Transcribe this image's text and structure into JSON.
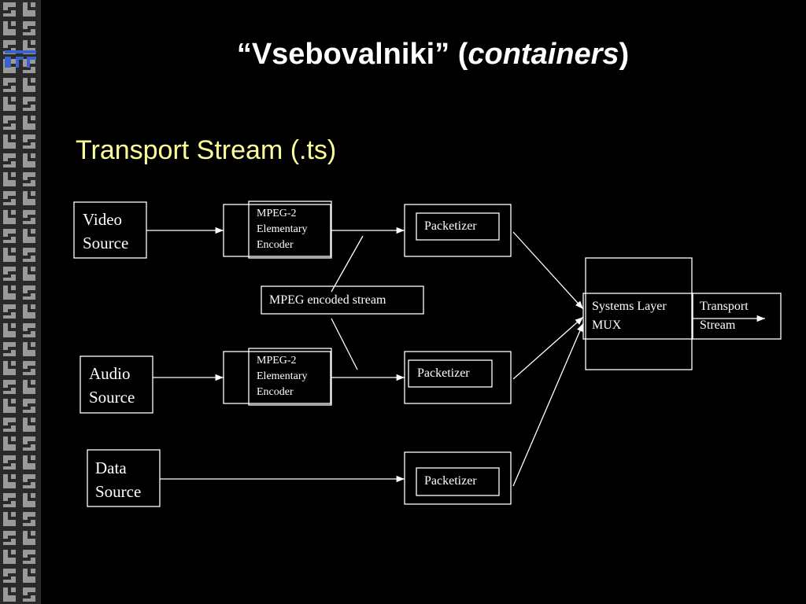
{
  "slide": {
    "title_main": "“Vsebovalniki” (",
    "title_italic": "containers",
    "title_end": ")",
    "subtitle": "Transport Stream (.ts)"
  },
  "diagram": {
    "sources": {
      "video": [
        "Video",
        "Source"
      ],
      "audio": [
        "Audio",
        "Source"
      ],
      "data": [
        "Data",
        "Source"
      ]
    },
    "encoder_label": [
      "MPEG-2",
      "Elementary",
      "Encoder"
    ],
    "encoded_stream_label": "MPEG encoded stream",
    "packetizer_label": "Packetizer",
    "mux_label": [
      "Systems Layer",
      "MUX"
    ],
    "output_label": [
      "Transport",
      "Stream"
    ]
  },
  "colors": {
    "background": "#000000",
    "title": "#ffffff",
    "subtitle": "#ffff99",
    "strip_dark": "#2a2a2a",
    "strip_light": "#9a9a9a",
    "logo_blue": "#3a62c8"
  }
}
